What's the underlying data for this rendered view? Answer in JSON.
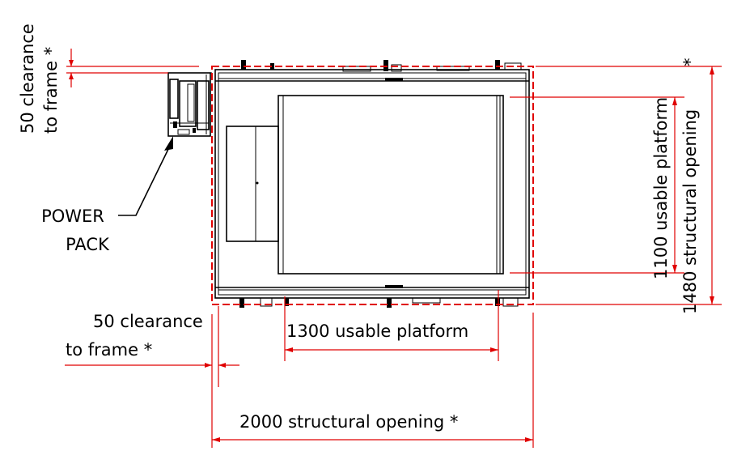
{
  "labels": {
    "clearance_top_line1": "50 clearance",
    "clearance_top_line2": "to frame *",
    "clearance_left_line1": "50 clearance",
    "clearance_left_line2": "to frame *",
    "power_pack_line1": "POWER",
    "power_pack_line2": "PACK",
    "usable_width": "1300 usable platform",
    "structural_width": "2000 structural opening *",
    "usable_depth": "1100 usable platform",
    "structural_depth": "1480 structural opening",
    "structural_depth_asterisk": "*"
  },
  "colors": {
    "dimension": "#e00000",
    "outline": "#000000",
    "background": "#ffffff"
  }
}
